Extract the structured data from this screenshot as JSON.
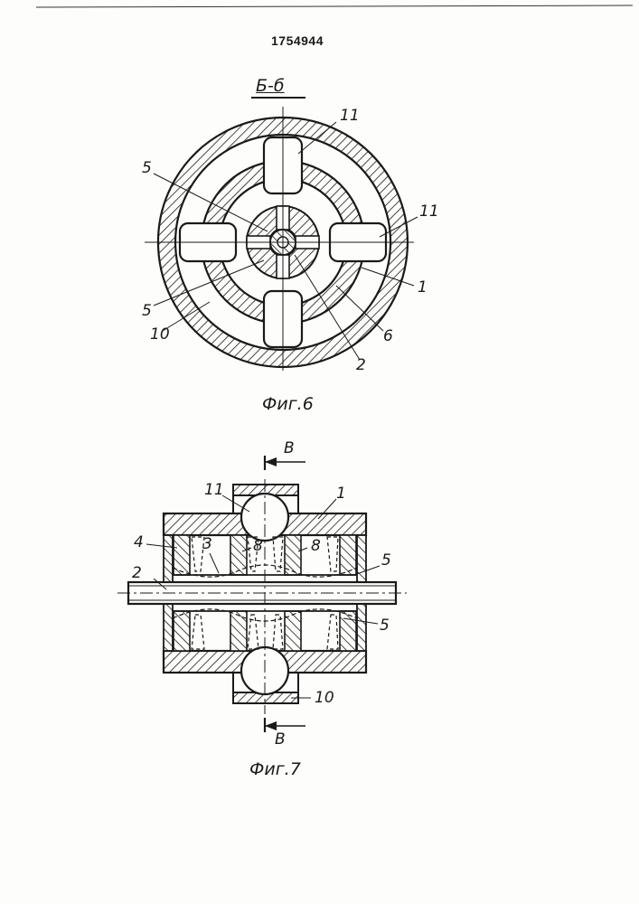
{
  "document": {
    "patent_number": "1754944",
    "fig6": {
      "section_label": "Б-б",
      "caption": "Фиг.6",
      "labels": {
        "l11_top": "11",
        "l11_right": "11",
        "l5_upper": "5",
        "l5_lower": "5",
        "l10": "10",
        "l1": "1",
        "l6": "6",
        "l2": "2"
      }
    },
    "fig7": {
      "caption": "Фиг.7",
      "section_top": "В",
      "section_bottom": "В",
      "labels": {
        "l11": "11",
        "l1": "1",
        "l4": "4",
        "l3": "3",
        "l8a": "8",
        "l8b": "8",
        "l2": "2",
        "l5_upper": "5",
        "l5_lower": "5",
        "l10": "10"
      }
    }
  },
  "colors": {
    "ink": "#1a1a1a",
    "paper": "#fdfdfb"
  }
}
